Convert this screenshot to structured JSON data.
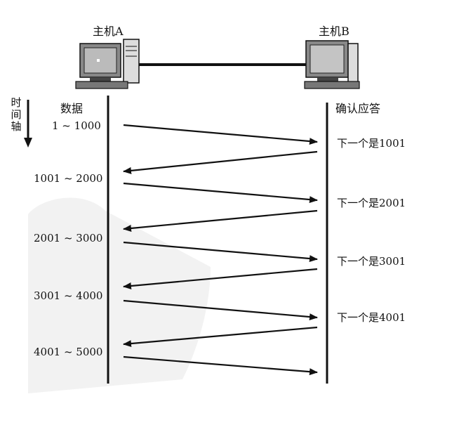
{
  "host_a": {
    "label": "主机A",
    "icon": "computer-icon"
  },
  "host_b": {
    "label": "主机B",
    "icon": "computer-icon"
  },
  "time_axis": {
    "chars": [
      "时",
      "间",
      "轴"
    ],
    "icon": "down-arrow-icon"
  },
  "headers": {
    "data": "数据",
    "ack": "确认应答"
  },
  "segments": [
    {
      "data": "1 ~ 1000",
      "ack": "下一个是1001"
    },
    {
      "data": "1001 ~ 2000",
      "ack": "下一个是2001"
    },
    {
      "data": "2001 ~ 3000",
      "ack": "下一个是3001"
    },
    {
      "data": "3001 ~ 4000",
      "ack": "下一个是4001"
    },
    {
      "data": "4001 ~ 5000",
      "ack": null
    }
  ],
  "colors": {
    "line": "#111111",
    "watermark": "#e8e8e8"
  }
}
